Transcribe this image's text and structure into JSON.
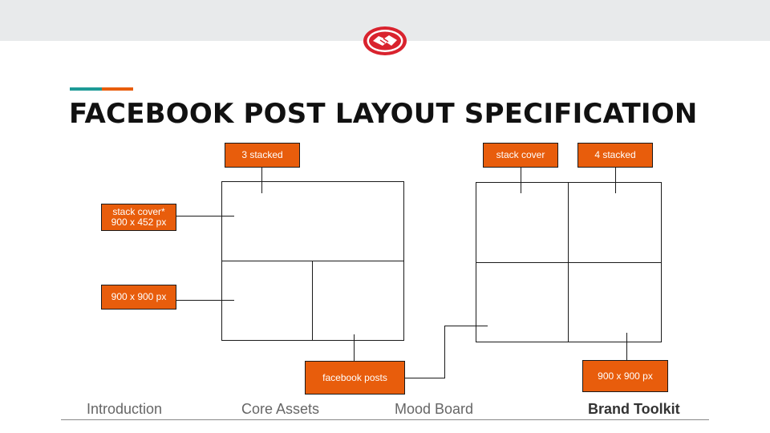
{
  "colors": {
    "accent_orange": "#e85d0c",
    "accent_teal": "#1d9a96",
    "logo_red": "#d9232e"
  },
  "header": {
    "logo_icon": "handshake-icon",
    "title": "FACEBOOK POST LAYOUT SPECIFICATION"
  },
  "diagram": {
    "labels": {
      "three_stacked": "3 stacked",
      "stack_cover_star": "stack cover*",
      "stack_cover_size": "900 x 452 px",
      "left_post_size": "900 x 900 px",
      "facebook_posts": "facebook posts",
      "stack_cover": "stack cover",
      "four_stacked": "4 stacked",
      "right_post_size": "900 x 900 px"
    }
  },
  "nav": {
    "items": [
      "Introduction",
      "Core Assets",
      "Mood Board",
      "Brand Toolkit"
    ],
    "active": "Brand Toolkit"
  }
}
